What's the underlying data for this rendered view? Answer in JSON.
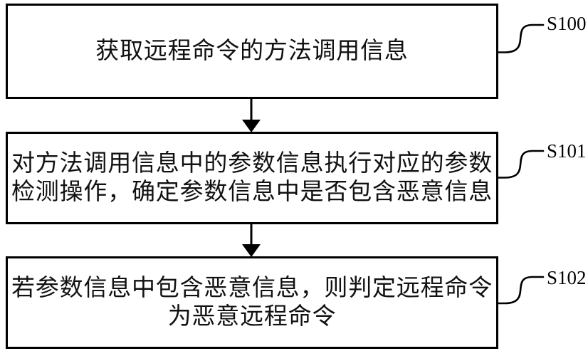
{
  "figure": {
    "type": "flowchart",
    "colors": {
      "background": "#ffffff",
      "line": "#000000",
      "text": "#111111"
    },
    "steps": [
      {
        "label": "S100",
        "lines": [
          "获取远程命令的方法调用信息"
        ]
      },
      {
        "label": "S101",
        "lines": [
          "对方法调用信息中的参数信息执行对应的参数",
          "检测操作，确定参数信息中是否包含恶意信息"
        ]
      },
      {
        "label": "S102",
        "lines": [
          "若参数信息中包含恶意信息，则判定远程命令",
          "为恶意远程命令"
        ]
      }
    ]
  }
}
